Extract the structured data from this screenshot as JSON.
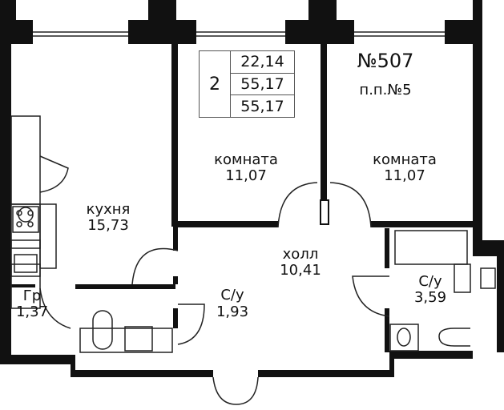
{
  "apartment": {
    "number": "№507",
    "sub_number": "п.п.№5",
    "rooms_count": "2",
    "areas": [
      "22,14",
      "55,17",
      "55,17"
    ]
  },
  "rooms": [
    {
      "name": "комната",
      "area": "11,07"
    },
    {
      "name": "комната",
      "area": "11,07"
    },
    {
      "name": "кухня",
      "area": "15,73"
    },
    {
      "name": "холл",
      "area": "10,41"
    },
    {
      "name": "С/у",
      "area": "1,93"
    },
    {
      "name": "С/у",
      "area": "3,59"
    },
    {
      "name": "Гр",
      "area": "1,37"
    }
  ],
  "colors": {
    "wall": "#111111",
    "line": "#222222"
  }
}
